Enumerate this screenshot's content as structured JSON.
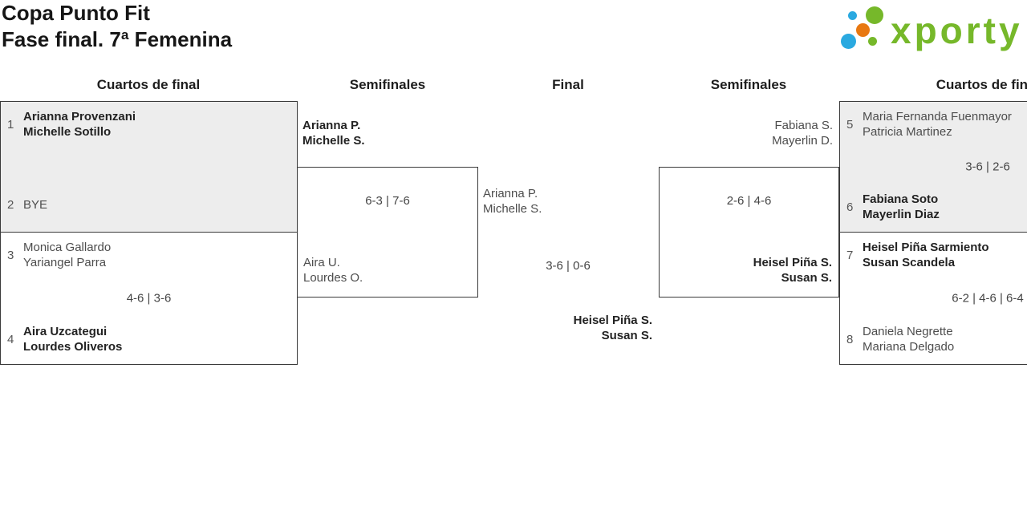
{
  "header": {
    "title_line1": "Copa Punto Fit",
    "title_line2": "Fase final. 7ª Femenina"
  },
  "logo": {
    "text": "xporty",
    "green": "#76b82a",
    "blue": "#2aa9e0",
    "orange": "#e87811"
  },
  "columns": [
    {
      "label": "Cuartos de final"
    },
    {
      "label": "Semifinales"
    },
    {
      "label": "Final"
    },
    {
      "label": "Semifinales"
    },
    {
      "label": "Cuartos de final"
    }
  ],
  "bracket": {
    "qf1": {
      "seed_top": "1",
      "top1": "Arianna Provenzani",
      "top2": "Michelle Sotillo",
      "seed_bottom": "2",
      "bottom1": "BYE"
    },
    "qf2": {
      "seed_top": "3",
      "top1": "Monica Gallardo",
      "top2": "Yariangel Parra",
      "score": "4-6 | 3-6",
      "seed_bottom": "4",
      "bottom1": "Aira Uzcategui",
      "bottom2": "Lourdes Oliveros"
    },
    "sf_left": {
      "top1": "Arianna P.",
      "top2": "Michelle S.",
      "score": "6-3 | 7-6",
      "bottom1": "Aira U.",
      "bottom2": "Lourdes O."
    },
    "final": {
      "top1": "Arianna P.",
      "top2": "Michelle S.",
      "score": "3-6 | 0-6",
      "bottom1": "Heisel Piña S.",
      "bottom2": "Susan S."
    },
    "sf_right": {
      "top1": "Fabiana S.",
      "top2": "Mayerlin D.",
      "score": "2-6 | 4-6",
      "bottom1": "Heisel Piña S.",
      "bottom2": "Susan S."
    },
    "qf3": {
      "seed_top": "5",
      "top1": "Maria Fernanda Fuenmayor",
      "top2": "Patricia Martinez",
      "score": "3-6 | 2-6",
      "seed_bottom": "6",
      "bottom1": "Fabiana Soto",
      "bottom2": "Mayerlin Diaz"
    },
    "qf4": {
      "seed_top": "7",
      "top1": "Heisel Piña Sarmiento",
      "top2": "Susan Scandela",
      "score": "6-2 | 4-6 | 6-4",
      "seed_bottom": "8",
      "bottom1": "Daniela Negrette",
      "bottom2": "Mariana Delgado"
    }
  }
}
